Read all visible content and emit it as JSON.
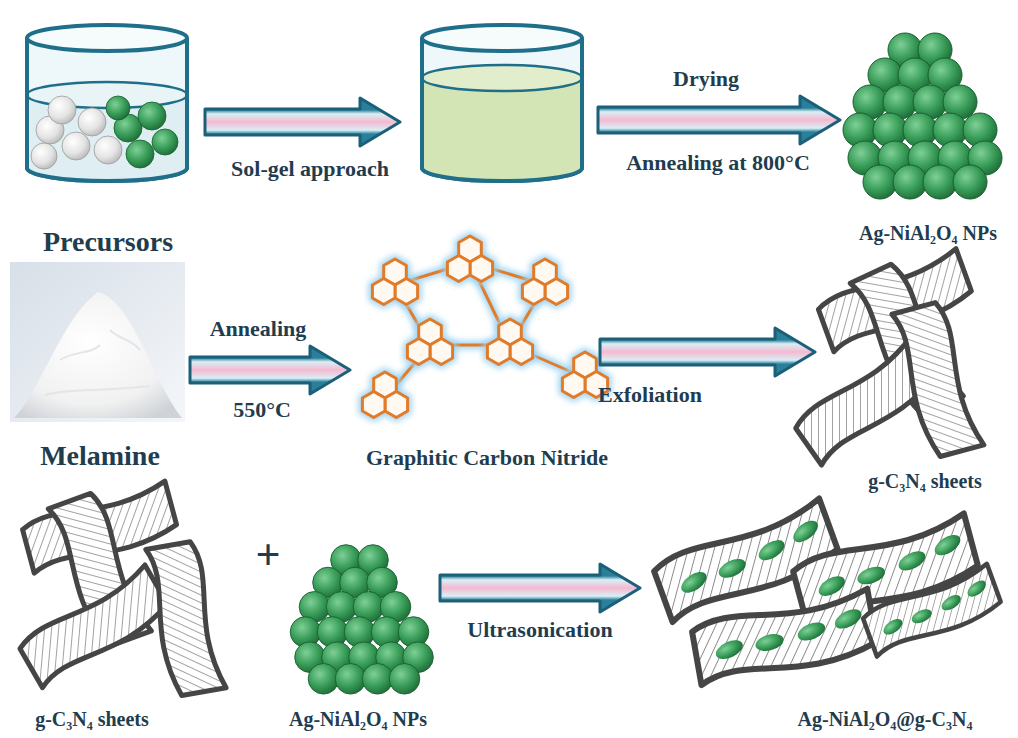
{
  "diagram": {
    "labels": [
      "Precursors",
      "Sol-gel approach",
      "Drying",
      "Annealing at 800°C",
      "Ag-NiAl₂O₄ NPs",
      "Annealing",
      "550°C",
      "Melamine",
      "Graphitic Carbon Nitride",
      "Exfoliation",
      "g-C₃N₄ sheets",
      "g-C₃N₄ sheets",
      "+",
      "Ag-NiAl₂O₄ NPs",
      "Ultrasonication",
      "Ag-NiAl₂O₄@g-C₃N₄"
    ]
  }
}
